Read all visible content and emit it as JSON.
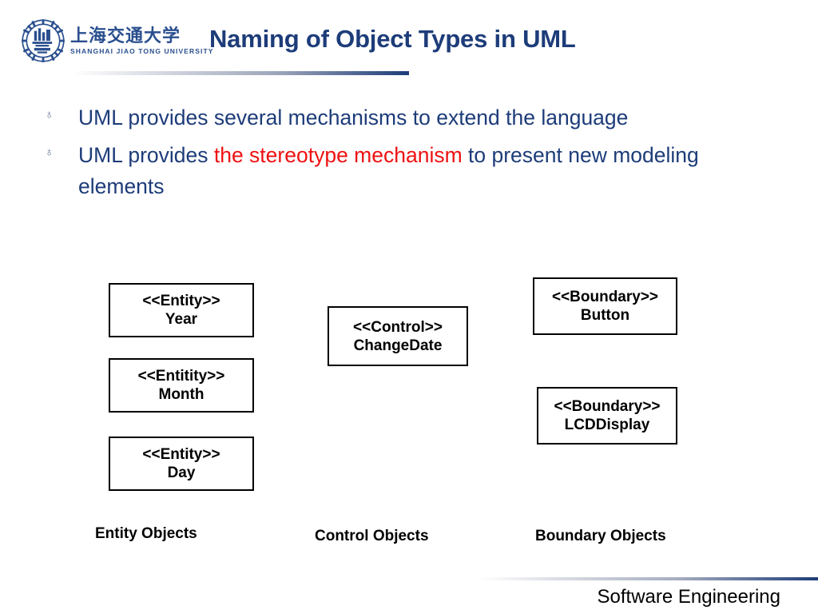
{
  "header": {
    "logo": {
      "icon": "sjtu-gear-emblem-icon",
      "chinese_name": "上海交通大学",
      "english_name": "SHANGHAI  JIAO TONG  UNIVERSITY"
    },
    "title": "Naming of Object Types in UML"
  },
  "bullets": [
    {
      "marker": "♁",
      "parts": [
        {
          "text": "UML provides several mechanisms to extend the language",
          "highlight": false
        }
      ]
    },
    {
      "marker": "♁",
      "parts": [
        {
          "text": "UML provides ",
          "highlight": false
        },
        {
          "text": "the stereotype mechanism",
          "highlight": true
        },
        {
          "text": " to present new modeling elements",
          "highlight": false
        }
      ]
    }
  ],
  "diagram": {
    "columns": [
      {
        "caption": "Entity Objects",
        "boxes": [
          {
            "stereotype": "<<Entity>>",
            "name": "Year"
          },
          {
            "stereotype": "<<Entitity>>",
            "name": "Month"
          },
          {
            "stereotype": "<<Entity>>",
            "name": "Day"
          }
        ]
      },
      {
        "caption": "Control Objects",
        "boxes": [
          {
            "stereotype": "<<Control>>",
            "name": "ChangeDate"
          }
        ]
      },
      {
        "caption": "Boundary Objects",
        "boxes": [
          {
            "stereotype": "<<Boundary>>",
            "name": "Button"
          },
          {
            "stereotype": "<<Boundary>>",
            "name": "LCDDisplay"
          }
        ]
      }
    ]
  },
  "footer": {
    "text": "Software Engineering"
  },
  "colors": {
    "title_blue": "#1d3c79",
    "body_blue": "#1d3c79",
    "highlight_red": "#ee1111",
    "box_border": "#000000",
    "logo_blue": "#2a4f8f"
  }
}
